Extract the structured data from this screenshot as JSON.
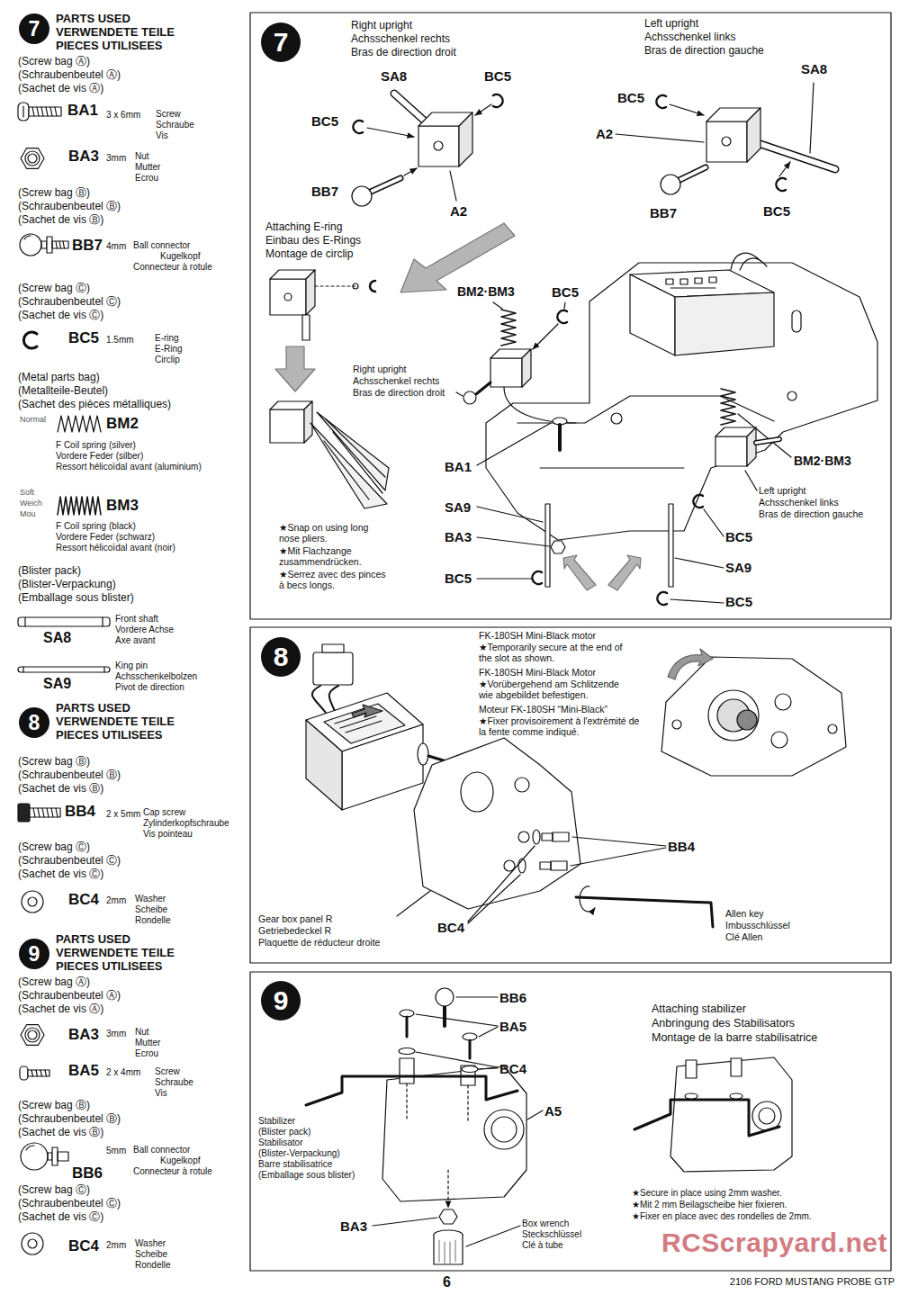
{
  "diagram": {
    "nodes": [
      {
        "text": [
          "7"
        ]
      },
      {
        "text": [
          "7"
        ]
      },
      {
        "text": [
          "8"
        ]
      },
      {
        "text": [
          "8"
        ]
      },
      {
        "text": [
          "9"
        ]
      },
      {
        "text": [
          "9"
        ]
      }
    ],
    "labels": [
      "PARTS USED",
      "VERWENDETE TEILE",
      "PIECES UTILISEES",
      "(Screw bag Ⓐ)",
      "(Schraubenbeutel Ⓐ)",
      "(Sachet de vis Ⓐ)",
      "BA1",
      "3 x 6mm",
      "Screw",
      "Schraube",
      "Vis",
      "BA3",
      "3mm",
      "Nut",
      "Mutter",
      "Ecrou",
      "(Screw bag Ⓑ)",
      "(Schraubenbeutel Ⓑ)",
      "(Sachet de vis Ⓑ)",
      "BB7",
      "4mm",
      "Ball connector",
      "Kugelkopf",
      "Connecteur à rotule",
      "(Screw bag Ⓒ)",
      "(Schraubenbeutel Ⓒ)",
      "(Sachet de vis Ⓒ)",
      "BC5",
      "1.5mm",
      "E-ring",
      "E-Ring",
      "Circlip",
      "(Metal parts bag)",
      "(Metallteile-Beutel)",
      "(Sachet des pièces métalliques)",
      "Normal",
      "BM2",
      "F Coil spring (silver)",
      "Vordere Feder (silber)",
      "Ressort hélicoïdal avant (aluminium)",
      "Soft",
      "Weich",
      "Mou",
      "BM3",
      "F Coil spring (black)",
      "Vordere Feder (schwarz)",
      "Ressort hélicoïdal avant (noir)",
      "(Blister pack)",
      "(Blister-Verpackung)",
      "(Emballage sous blister)",
      "SA8",
      "Front shaft",
      "Vordere Achse",
      "Axe avant",
      "SA9",
      "King pin",
      "Achsschenkelbolzen",
      "Pivot de direction",
      "PARTS USED",
      "VERWENDETE TEILE",
      "PIECES UTILISEES",
      "(Screw bag Ⓑ)",
      "(Schraubenbeutel Ⓑ)",
      "(Sachet de vis Ⓑ)",
      "BB4",
      "2 x 5mm",
      "Cap screw",
      "Zylinderkopfschraube",
      "Vis pointeau",
      "(Screw bag Ⓒ)",
      "(Schraubenbeutel Ⓒ)",
      "(Sachet de vis Ⓒ)",
      "BC4",
      "2mm",
      "Washer",
      "Scheibe",
      "Rondelle",
      "PARTS USED",
      "VERWENDETE TEILE",
      "PIECES UTILISEES",
      "(Screw bag Ⓐ)",
      "(Schraubenbeutel Ⓐ)",
      "(Sachet de vis Ⓐ)",
      "BA3",
      "3mm",
      "Nut",
      "Mutter",
      "Ecrou",
      "BA5",
      "2 x 4mm",
      "Screw",
      "Schraube",
      "Vis",
      "(Screw bag Ⓑ)",
      "(Schraubenbeutel Ⓑ)",
      "(Sachet de vis Ⓑ)",
      "5mm",
      "Ball connector",
      "Kugelkopf",
      "Connecteur à rotule",
      "BB6",
      "(Screw bag Ⓒ)",
      "(Schraubenbeutel Ⓒ)",
      "(Sachet de vis Ⓒ)",
      "BC4",
      "2mm",
      "Washer",
      "Scheibe",
      "Rondelle",
      "Right upright",
      "Achsschenkel rechts",
      "Bras de direction droit",
      "Left upright",
      "Achsschenkel links",
      "Bras de direction gauche",
      "SA8",
      "BC5",
      "BC5",
      "BB7",
      "A2",
      "BC5",
      "A2",
      "SA8",
      "BB7",
      "BC5",
      "Attaching E-ring",
      "Einbau des E-Rings",
      "Montage de circlip",
      "BM2·BM3",
      "BC5",
      "Right upright",
      "Achsschenkel rechts",
      "Bras de direction droit",
      "BA1",
      "BM2·BM3",
      "Left upright",
      "Achsschenkel links",
      "Bras de direction gauche",
      "SA9",
      "★Snap on using long nose pliers.",
      "★Mit Flachzange zusammendrücken.",
      "★Serrez avec des pinces à becs longs.",
      "BA3",
      "BC5",
      "SA9",
      "BC5",
      "BC5",
      "FK-180SH Mini-Black motor",
      "★Temporarily secure at the end of the slot as shown.",
      "FK-180SH Mini-Black Motor",
      "★Vorübergehend am Schlitzende wie abgebildet befestigen.",
      "Moteur FK-180SH “Mini-Black”",
      "★Fixer provisoirement à l'extrémité de la fente comme indiqué.",
      "BB4",
      "Gear box panel R",
      "Getriebedeckel R",
      "Plaquette de réducteur droite",
      "BC4",
      "Allen key",
      "Imbusschlüssel",
      "Clé Allen",
      "BB6",
      "BA5",
      "Attaching stabilizer",
      "Anbringung des Stabilisators",
      "Montage de la barre stabilisatrice",
      "BC4",
      "A5",
      "Stabilizer",
      "(Blister pack)",
      "Stabilisator",
      "(Blister-Verpackung)",
      "Barre stabilisatrice",
      "(Emballage sous blister)",
      "★Secure in place using 2mm washer.",
      "★Mit 2 mm Beilagscheibe hier fixieren.",
      "★Fixer en place avec des rondelles de 2mm.",
      "BA3",
      "Box wrench",
      "Steckschlüssel",
      "Clé à tube",
      "RCScrapyard.net",
      "6",
      "2106 FORD MUSTANG PROBE GTP"
    ]
  }
}
